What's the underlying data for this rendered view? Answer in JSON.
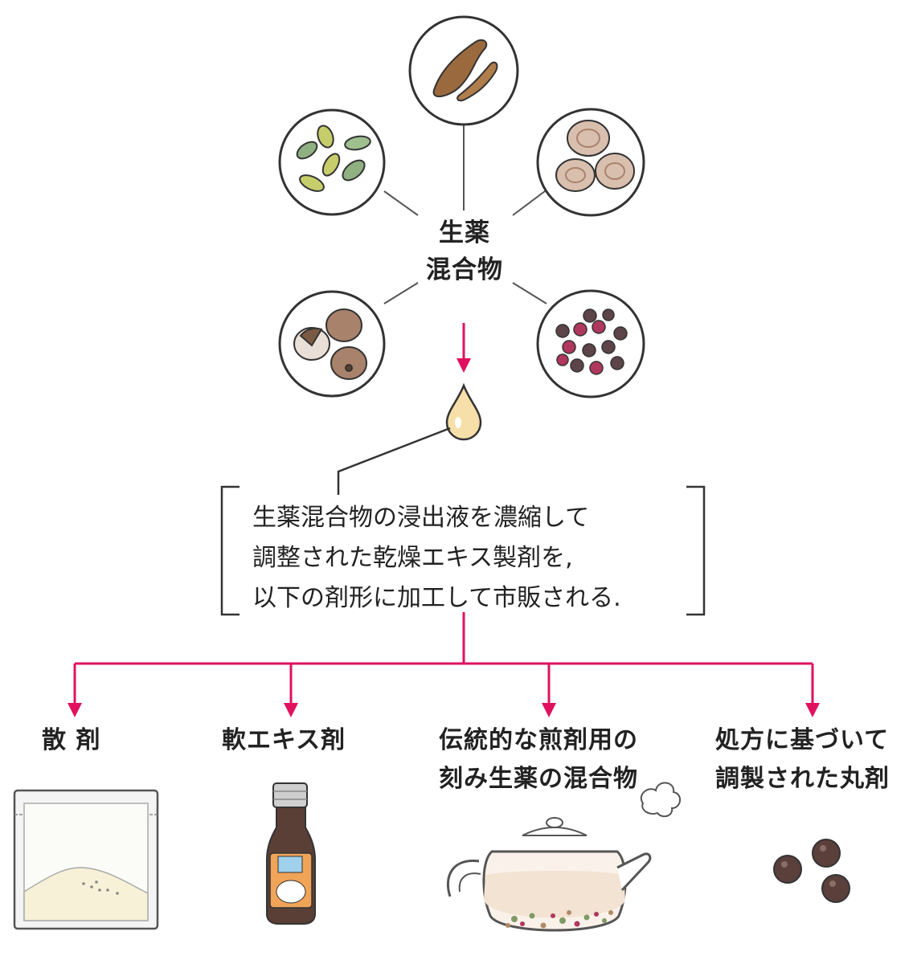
{
  "center": {
    "line1": "生薬",
    "line2": "混合物"
  },
  "description": {
    "line1": "生薬混合物の浸出液を濃縮して",
    "line2": "調整された乾燥エキス製剤を,",
    "line3": "以下の剤形に加工して市販される."
  },
  "outputs": [
    {
      "line1": "散 剤",
      "line2": ""
    },
    {
      "line1": "軟エキス剤",
      "line2": ""
    },
    {
      "line1": "伝統的な煎剤用の",
      "line2": "刻み生薬の混合物"
    },
    {
      "line1": "処方に基づいて",
      "line2": "調製された丸剤"
    }
  ],
  "colors": {
    "arrow": "#e0115f",
    "line": "#333333",
    "drop": "#f6dfa8"
  },
  "icons": [
    "herb-seeds-icon",
    "dried-root-icon",
    "root-slices-icon",
    "nuts-icon",
    "berries-icon",
    "extract-drop-icon",
    "powder-packet-icon",
    "extract-bottle-icon",
    "teapot-icon",
    "pills-icon"
  ]
}
